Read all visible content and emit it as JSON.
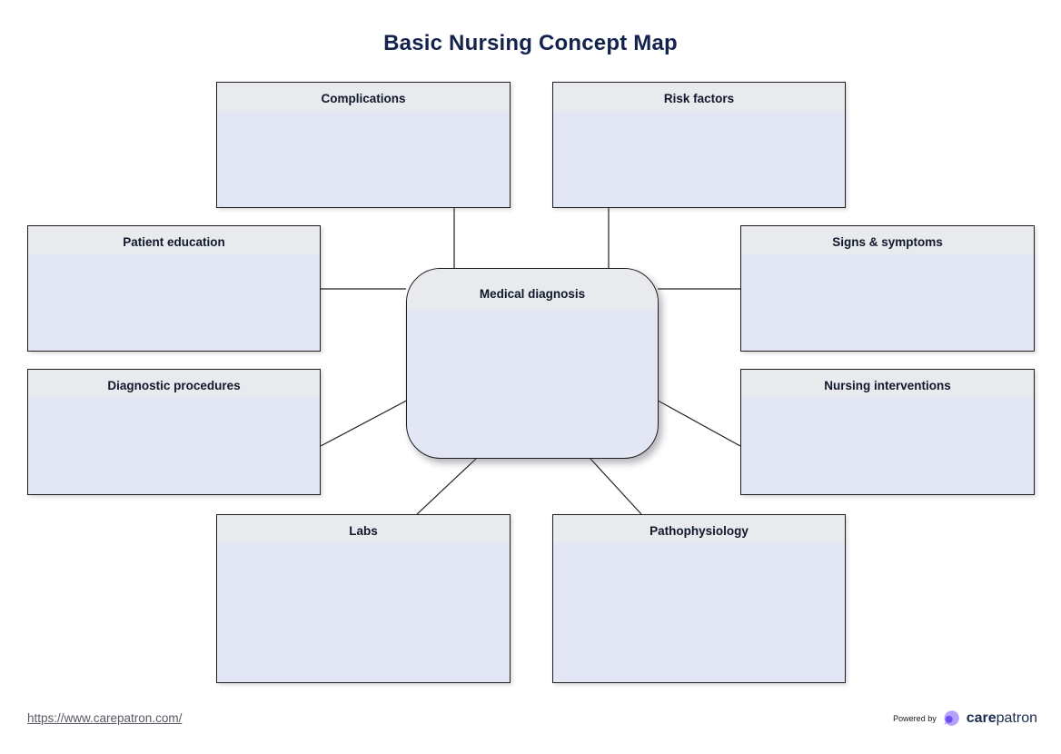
{
  "title": "Basic Nursing Concept Map",
  "center": {
    "label": "Medical diagnosis"
  },
  "nodes": [
    {
      "label": "Complications"
    },
    {
      "label": "Risk factors"
    },
    {
      "label": "Patient education"
    },
    {
      "label": "Signs & symptoms"
    },
    {
      "label": "Diagnostic procedures"
    },
    {
      "label": "Nursing interventions"
    },
    {
      "label": "Labs"
    },
    {
      "label": "Pathophysiology"
    }
  ],
  "footer": {
    "link": "https://www.carepatron.com/",
    "powered_by": "Powered by",
    "brand_bold": "care",
    "brand_light": "patron"
  },
  "colors": {
    "box_fill": "#e3e7f5",
    "box_header": "#e9eaee",
    "box_border": "#1d1d1d",
    "title_navy": "#14234d",
    "brand_navy": "#1b2b4d",
    "brand_purple": "#6f50f6",
    "brand_purple_light": "#b4a1fc",
    "link_gray": "#565b63"
  }
}
